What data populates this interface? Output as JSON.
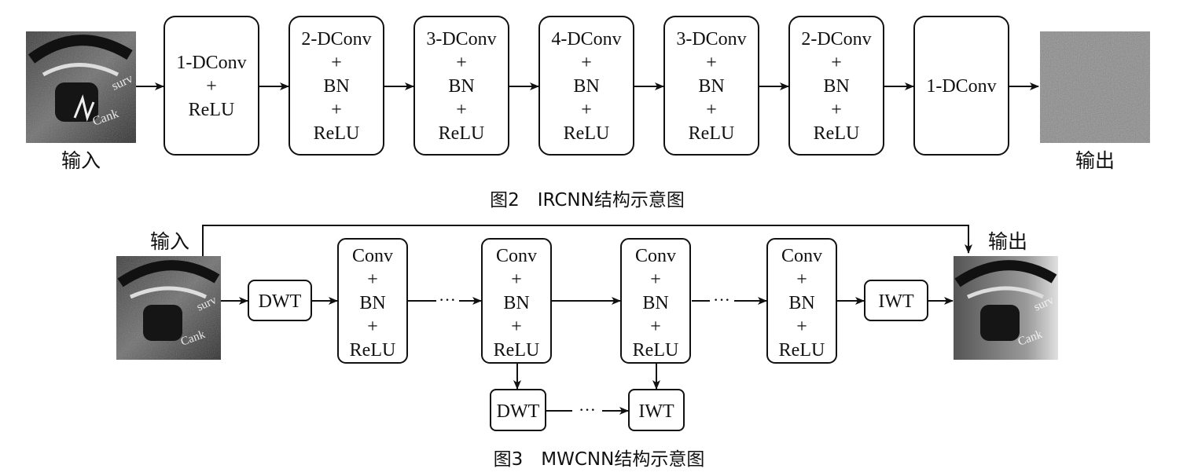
{
  "figures": {
    "ircnn": {
      "caption": "图2　IRCNN结构示意图",
      "input_label": "输入",
      "output_label": "输出",
      "blocks": [
        {
          "lines": [
            "1-DConv",
            "+",
            "ReLU"
          ]
        },
        {
          "lines": [
            "2-DConv",
            "+",
            "BN",
            "+",
            "ReLU"
          ]
        },
        {
          "lines": [
            "3-DConv",
            "+",
            "BN",
            "+",
            "ReLU"
          ]
        },
        {
          "lines": [
            "4-DConv",
            "+",
            "BN",
            "+",
            "ReLU"
          ]
        },
        {
          "lines": [
            "3-DConv",
            "+",
            "BN",
            "+",
            "ReLU"
          ]
        },
        {
          "lines": [
            "2-DConv",
            "+",
            "BN",
            "+",
            "ReLU"
          ]
        },
        {
          "lines": [
            "1-DConv"
          ]
        }
      ]
    },
    "mwcnn": {
      "caption": "图3　MWCNN结构示意图",
      "input_label": "输入",
      "output_label": "输出",
      "dwt_label": "DWT",
      "iwt_label": "IWT",
      "ellipsis": "···",
      "block_lines": [
        "Conv",
        "+",
        "BN",
        "+",
        "ReLU"
      ],
      "sub_dwt_label": "DWT",
      "sub_iwt_label": "IWT"
    }
  }
}
